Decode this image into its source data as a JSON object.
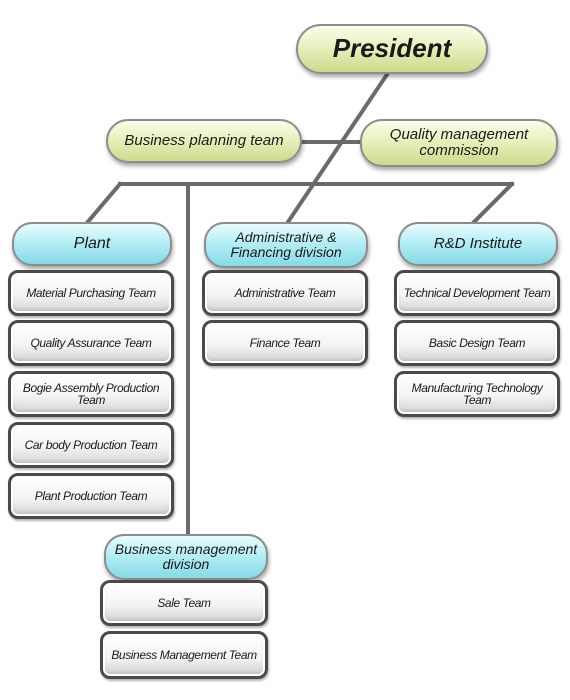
{
  "top": {
    "president": "President",
    "business_planning": "Business planning team",
    "quality_commission": "Quality management commission"
  },
  "divisions": {
    "plant": {
      "title": "Plant",
      "teams": [
        "Material Purchasing Team",
        "Quality Assurance Team",
        "Bogie Assembly Production Team",
        "Car body Production Team",
        "Plant Production Team"
      ]
    },
    "admin": {
      "title": "Administrative & Financing division",
      "teams": [
        "Administrative Team",
        "Finance Team"
      ]
    },
    "rnd": {
      "title": "R&D Institute",
      "teams": [
        "Technical Development Team",
        "Basic Design Team",
        "Manufacturing Technology Team"
      ]
    },
    "business": {
      "title": "Business management division",
      "teams": [
        "Sale Team",
        "Business Management Team"
      ]
    }
  }
}
